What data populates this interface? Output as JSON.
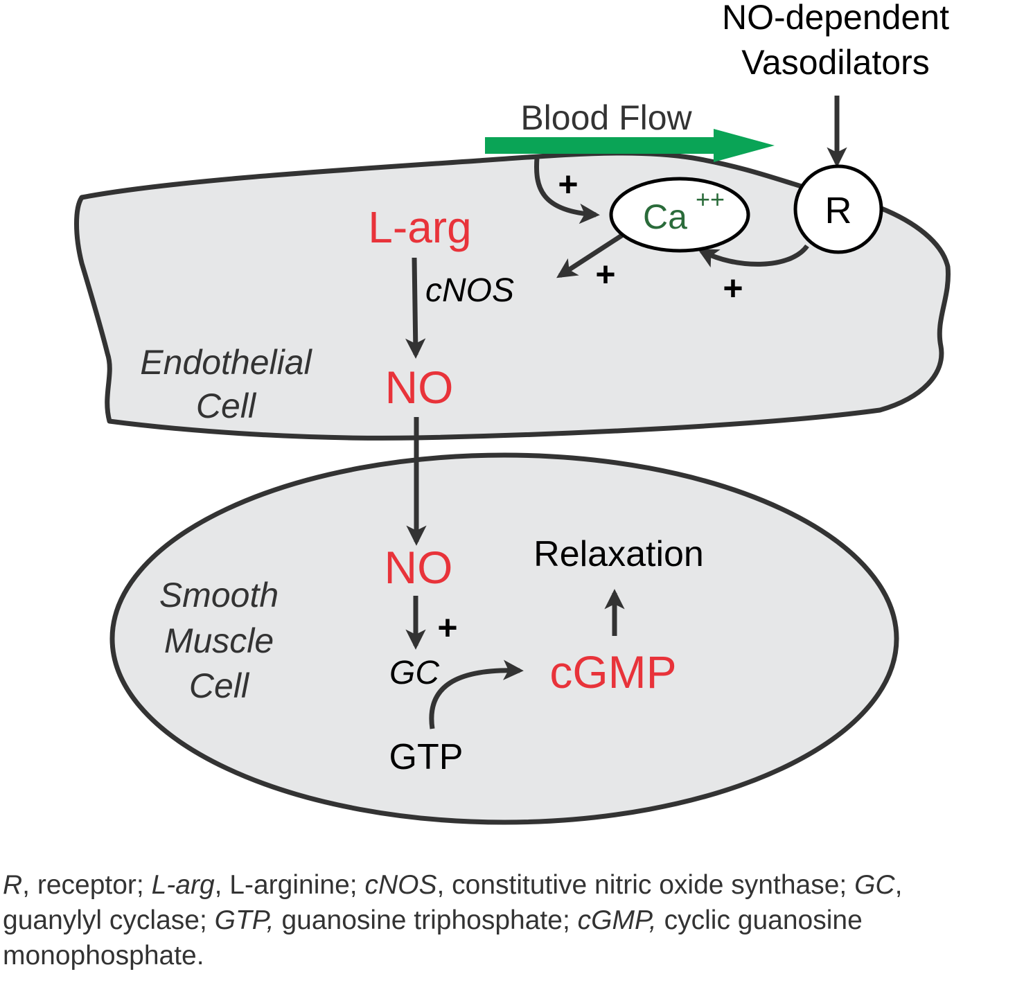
{
  "colors": {
    "cell_fill": "#e6e7e8",
    "outline": "#333333",
    "molecule": "#e8333a",
    "calcium": "#2a6b3a",
    "flow_arrow": "#0aa456",
    "text": "#000000",
    "label": "#333333"
  },
  "labels": {
    "vasodilators_line1": "NO-dependent",
    "vasodilators_line2": "Vasodilators",
    "blood_flow": "Blood Flow",
    "receptor": "R",
    "calcium": "Ca",
    "calcium_charge": "++",
    "l_arg": "L-arg",
    "cnos": "cNOS",
    "no_endothelial": "NO",
    "endothelial_line1": "Endothelial",
    "endothelial_line2": "Cell",
    "no_smooth": "NO",
    "smooth_line1": "Smooth",
    "smooth_line2": "Muscle",
    "smooth_line3": "Cell",
    "relaxation": "Relaxation",
    "gc": "GC",
    "cgmp": "cGMP",
    "gtp": "GTP",
    "plus": "+"
  },
  "caption": {
    "r_abbr": "R",
    "r_def": ", receptor; ",
    "larg_abbr": "L-arg",
    "larg_def": ", L-arginine; ",
    "cnos_abbr": "cNOS",
    "cnos_def": ", constitutive nitric oxide synthase; ",
    "gc_abbr": "GC",
    "gc_def": ", guanylyl cyclase; ",
    "gtp_abbr": "GTP,",
    "gtp_def": " guanosine triphosphate; ",
    "cgmp_abbr": "cGMP,",
    "cgmp_def": " cyclic guanosine monophosphate."
  }
}
